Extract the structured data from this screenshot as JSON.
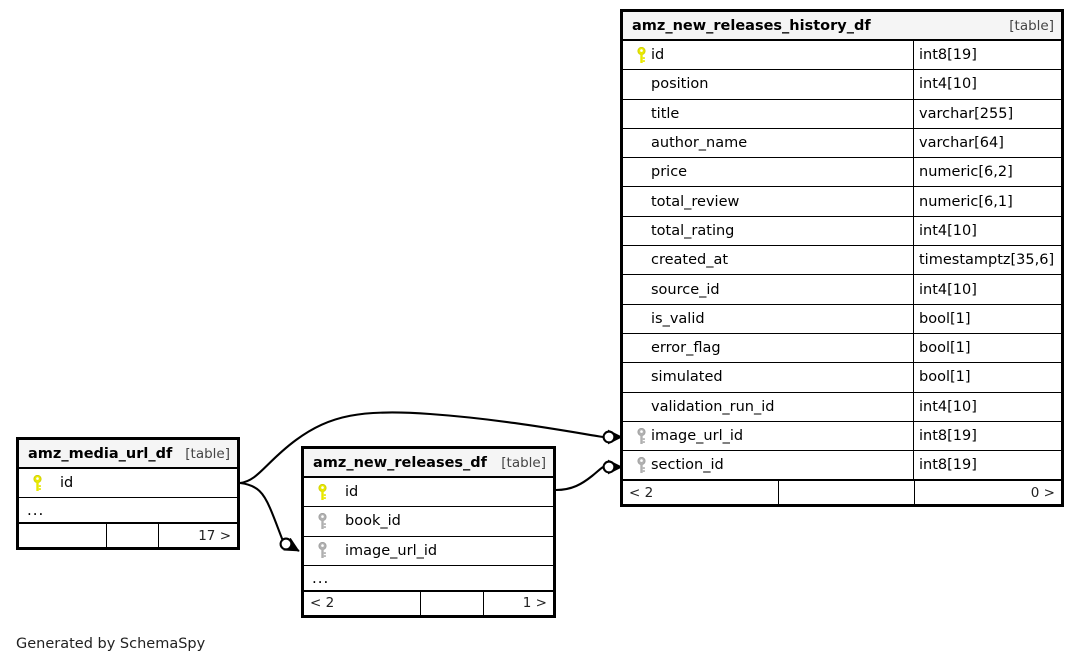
{
  "diagram": {
    "title": "SchemaSpy relationship diagram",
    "caption": "Generated by SchemaSpy",
    "table_tag": "[table]",
    "ellipsis": "...",
    "pk_icon": "yellow-key-icon",
    "fk_icon": "grey-key-icon",
    "colors": {
      "primary_key": "#e8e800",
      "foreign_key": "#b0b0b0",
      "border": "#000000",
      "header_fill": "#f5f5f5",
      "background": "#ffffff"
    }
  },
  "tables": {
    "history": {
      "name": "amz_new_releases_history_df",
      "tag": "[table]",
      "columns": [
        {
          "key": "pk",
          "name": "id",
          "type": "int8[19]"
        },
        {
          "key": "",
          "name": "position",
          "type": "int4[10]"
        },
        {
          "key": "",
          "name": "title",
          "type": "varchar[255]"
        },
        {
          "key": "",
          "name": "author_name",
          "type": "varchar[64]"
        },
        {
          "key": "",
          "name": "price",
          "type": "numeric[6,2]"
        },
        {
          "key": "",
          "name": "total_review",
          "type": "numeric[6,1]"
        },
        {
          "key": "",
          "name": "total_rating",
          "type": "int4[10]"
        },
        {
          "key": "",
          "name": "created_at",
          "type": "timestamptz[35,6]"
        },
        {
          "key": "",
          "name": "source_id",
          "type": "int4[10]"
        },
        {
          "key": "",
          "name": "is_valid",
          "type": "bool[1]"
        },
        {
          "key": "",
          "name": "error_flag",
          "type": "bool[1]"
        },
        {
          "key": "",
          "name": "simulated",
          "type": "bool[1]"
        },
        {
          "key": "",
          "name": "validation_run_id",
          "type": "int4[10]"
        },
        {
          "key": "fk",
          "name": "image_url_id",
          "type": "int8[19]"
        },
        {
          "key": "fk",
          "name": "section_id",
          "type": "int8[19]"
        }
      ],
      "footer": {
        "left": "< 2",
        "mid": "",
        "right": "0 >"
      }
    },
    "media": {
      "name": "amz_media_url_df",
      "tag": "[table]",
      "columns": [
        {
          "key": "pk",
          "name": "id",
          "type": ""
        }
      ],
      "ellipsis": "...",
      "footer": {
        "left": "",
        "mid": "",
        "right": "17 >"
      }
    },
    "releases": {
      "name": "amz_new_releases_df",
      "tag": "[table]",
      "columns": [
        {
          "key": "pk",
          "name": "id",
          "type": ""
        },
        {
          "key": "fk",
          "name": "book_id",
          "type": ""
        },
        {
          "key": "fk",
          "name": "image_url_id",
          "type": ""
        }
      ],
      "ellipsis": "...",
      "footer": {
        "left": "< 2",
        "mid": "",
        "right": "1 >"
      }
    }
  },
  "relationships": [
    {
      "from": "amz_media_url_df.id",
      "to": "amz_new_releases_history_df.image_url_id"
    },
    {
      "from": "amz_new_releases_df.id",
      "to": "amz_new_releases_history_df.section_id"
    },
    {
      "from": "amz_media_url_df.id",
      "to": "amz_new_releases_df.image_url_id"
    }
  ]
}
